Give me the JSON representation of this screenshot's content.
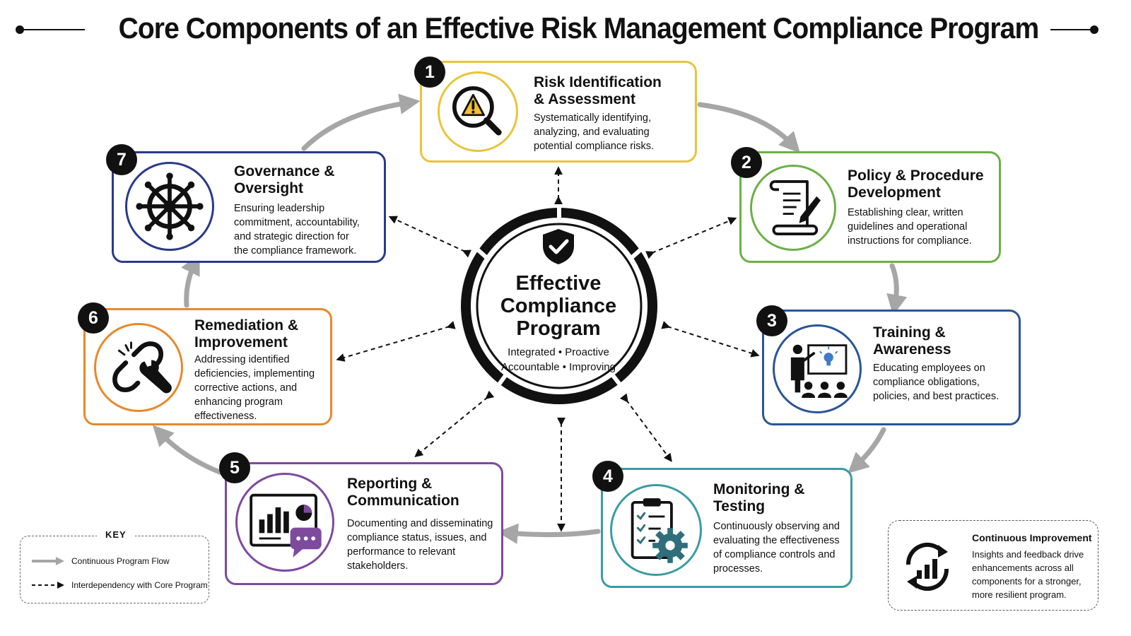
{
  "title": "Core Components of an Effective Risk Management Compliance Program",
  "hub": {
    "title": "Effective\nCompliance\nProgram",
    "subtitle": "Integrated • Proactive\nAccountable • Improving"
  },
  "components": [
    {
      "number": "1",
      "title": "Risk Identification\n& Assessment",
      "description": "Systematically identifying,\nanalyzing, and evaluating\npotential compliance risks.",
      "color": "#E8C53A",
      "icon": "magnifier-warning-icon"
    },
    {
      "number": "2",
      "title": "Policy & Procedure\nDevelopment",
      "description": "Establishing clear, written\nguidelines and operational\ninstructions for compliance.",
      "color": "#6CB046",
      "icon": "scroll-pen-icon"
    },
    {
      "number": "3",
      "title": "Training &\nAwareness",
      "description": "Educating employees on\ncompliance obligations,\npolicies, and best practices.",
      "color": "#2B5597",
      "icon": "presenter-icon"
    },
    {
      "number": "4",
      "title": "Monitoring &\nTesting",
      "description": "Continuously observing and\nevaluating the effectiveness\nof compliance controls and\nprocesses.",
      "color": "#3A9BA5",
      "icon": "clipboard-gear-icon"
    },
    {
      "number": "5",
      "title": "Reporting &\nCommunication",
      "description": "Documenting and disseminating\ncompliance status, issues, and\nperformance to relevant\nstakeholders.",
      "color": "#7E4A9E",
      "icon": "report-chat-icon"
    },
    {
      "number": "6",
      "title": "Remediation &\nImprovement",
      "description": "Addressing identified\ndeficiencies, implementing\ncorrective actions, and\nenhancing program\neffectiveness.",
      "color": "#E8892B",
      "icon": "broken-link-wrench-icon"
    },
    {
      "number": "7",
      "title": "Governance &\nOversight",
      "description": "Ensuring leadership\ncommitment, accountability,\nand strategic direction for\nthe compliance framework.",
      "color": "#2A3A8A",
      "icon": "ship-wheel-icon"
    }
  ],
  "key": {
    "title": "KEY",
    "flow_label": "Continuous Program Flow",
    "interdependency_label": "Interdependency with Core Program"
  },
  "continuous_improvement": {
    "title": "Continuous Improvement",
    "description": "Insights and feedback drive\nenhancements across all\ncomponents for a stronger,\nmore resilient program.",
    "icon": "cycle-chart-icon"
  },
  "colors": {
    "flow_arrow": "#A6A6A6",
    "dark": "#111111",
    "icon_teal": "#2F6E7A",
    "icon_blue": "#3E7CC4",
    "icon_purple": "#7E4A9E"
  }
}
